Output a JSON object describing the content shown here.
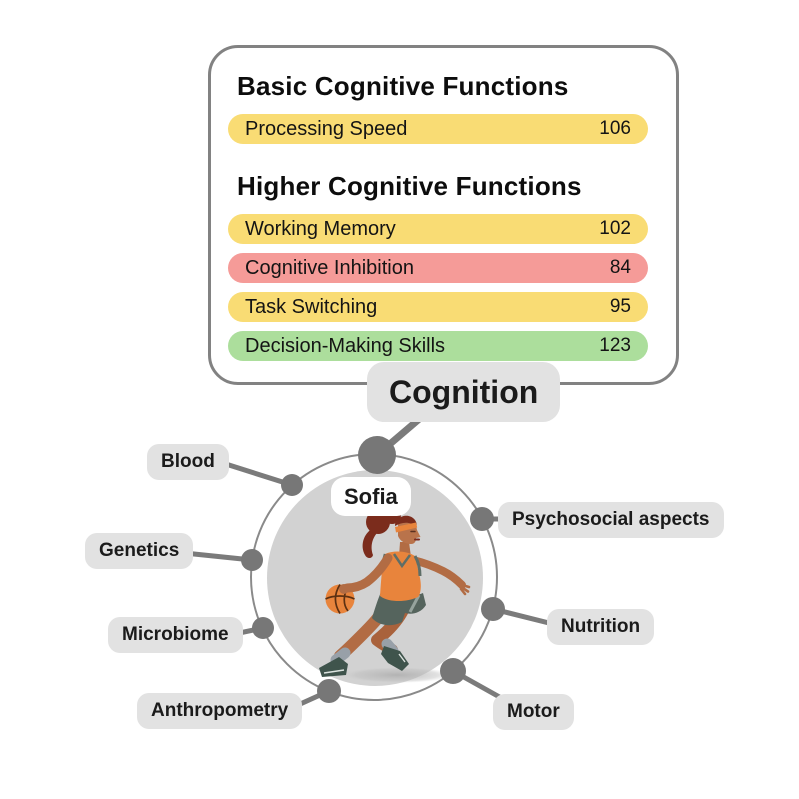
{
  "panel": {
    "sections": [
      {
        "heading": "Basic Cognitive Functions",
        "rows": [
          {
            "label": "Processing Speed",
            "value": "106",
            "status_color": "#F9DC74"
          }
        ]
      },
      {
        "heading": "Higher Cognitive Functions",
        "rows": [
          {
            "label": "Working Memory",
            "value": "102",
            "status_color": "#F9DC74"
          },
          {
            "label": "Cognitive Inhibition",
            "value": "84",
            "status_color": "#F59B98"
          },
          {
            "label": "Task Switching",
            "value": "95",
            "status_color": "#F9DC74"
          },
          {
            "label": "Decision-Making Skills",
            "value": "123",
            "status_color": "#ACDE9C"
          }
        ]
      }
    ]
  },
  "hub": {
    "person_label": "Sofia",
    "person_illustration": "female-basketball-player-dribbling",
    "selected_node": "Cognition",
    "nodes": [
      {
        "label": "Cognition"
      },
      {
        "label": "Blood"
      },
      {
        "label": "Psychosocial aspects"
      },
      {
        "label": "Genetics"
      },
      {
        "label": "Nutrition"
      },
      {
        "label": "Microbiome"
      },
      {
        "label": "Motor"
      },
      {
        "label": "Anthropometry"
      }
    ]
  },
  "colors": {
    "score_yellow": "#F9DC74",
    "score_red": "#F59B98",
    "score_green": "#ACDE9C",
    "node_label_bg": "#E2E2E2",
    "node_dot": "#777777",
    "connector_line": "#7B7B7B",
    "ring_stroke": "#8A8A8A",
    "inner_circle": "#D2D2D2",
    "panel_border": "#828282"
  }
}
